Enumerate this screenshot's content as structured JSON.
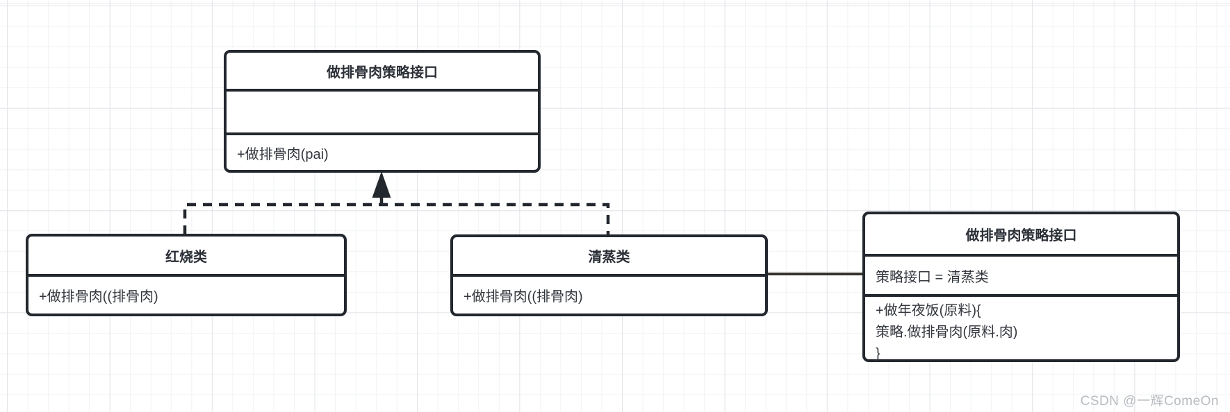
{
  "diagram": {
    "strategy_interface": {
      "title": "做排骨肉策略接口",
      "attribute": "",
      "method": "+做排骨肉(pai)"
    },
    "braised_class": {
      "title": "红烧类",
      "method": "+做排骨肉((排骨肉)"
    },
    "steamed_class": {
      "title": "清蒸类",
      "method": "+做排骨肉((排骨肉)"
    },
    "context_class": {
      "title": "做排骨肉策略接口",
      "attribute": "策略接口 = 清蒸类",
      "method_lines": [
        "+做年夜饭(原料){",
        "策略.做排骨肉(原料.肉)",
        "}"
      ]
    },
    "connectors": {
      "realization": "dashed-line-with-solid-arrow-to-interface",
      "association": "solid-line-steamed-to-context"
    }
  },
  "watermark": {
    "text": "CSDN @一辉ComeOn"
  },
  "colors": {
    "box_border": "#23272e",
    "box_fill": "#ffffff",
    "text": "#33373d",
    "grid_minor": "#f1f2f5",
    "grid_major": "#e3e4e9",
    "association_line": "#36332e",
    "watermark": "#b8bcc0"
  }
}
